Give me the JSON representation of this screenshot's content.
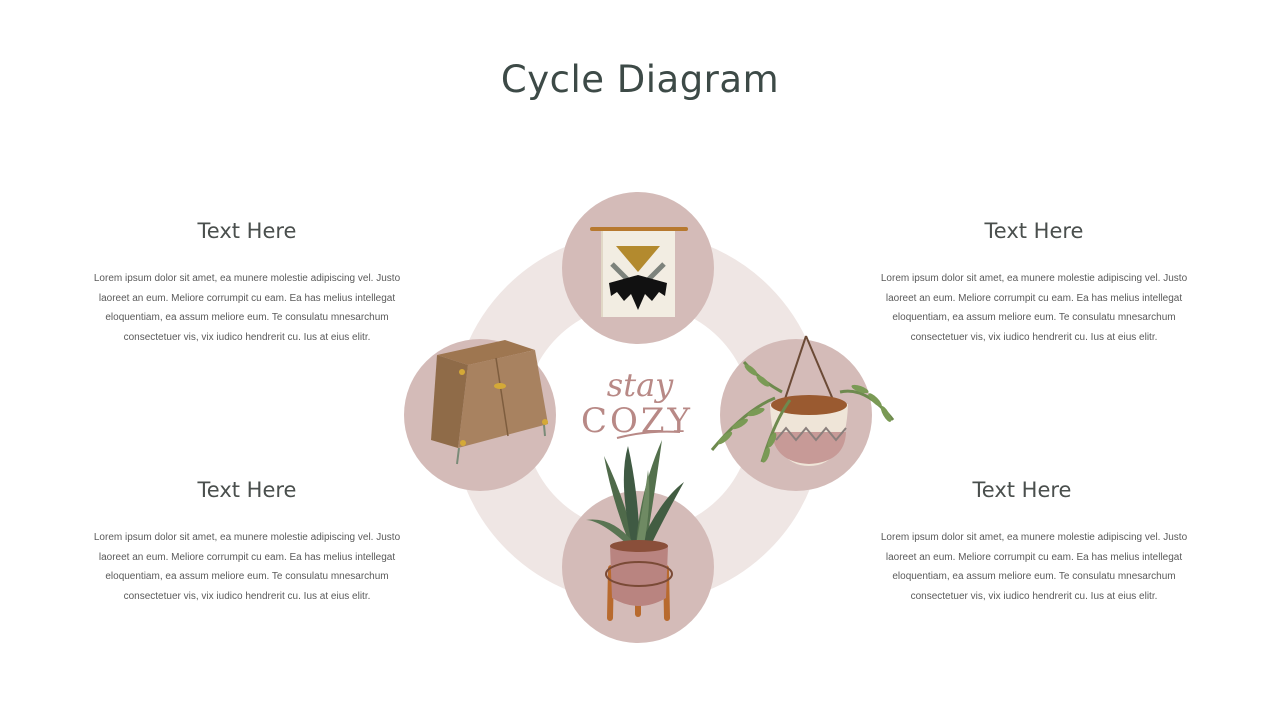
{
  "title": "Cycle Diagram",
  "brand": {
    "line1": "stay",
    "line2": "COZY"
  },
  "blocks": [
    {
      "id": "top-left",
      "heading": "Text Here",
      "body": "Lorem ipsum dolor sit amet, ea munere molestie adipiscing vel. Justo laoreet an eum. Meliore corrumpit cu eam. Ea has melius intellegat eloquentiam, ea assum meliore eum. Te consulatu mnesarchum consectetuer vis, vix iudico hendrerit cu. Ius at eius elitr."
    },
    {
      "id": "top-right",
      "heading": "Text Here",
      "body": "Lorem ipsum dolor sit amet, ea munere molestie adipiscing vel. Justo laoreet an eum. Meliore corrumpit cu eam. Ea has melius intellegat eloquentiam, ea assum meliore eum. Te consulatu mnesarchum consectetuer vis, vix iudico hendrerit cu. Ius at eius elitr."
    },
    {
      "id": "bottom-left",
      "heading": "Text Here",
      "body": "Lorem ipsum dolor sit amet, ea munere molestie adipiscing vel. Justo laoreet an eum. Meliore corrumpit cu eam. Ea has melius intellegat eloquentiam, ea assum meliore eum. Te consulatu mnesarchum consectetuer vis, vix iudico hendrerit cu. Ius at eius elitr."
    },
    {
      "id": "bottom-right",
      "heading": "Text Here",
      "body": "Lorem ipsum dolor sit amet, ea munere molestie adipiscing vel. Justo laoreet an eum. Meliore corrumpit cu eam. Ea has melius intellegat eloquentiam, ea assum meliore eum. Te consulatu mnesarchum consectetuer vis, vix iudico hendrerit cu. Ius at eius elitr."
    }
  ],
  "icons": {
    "top": "wall-hanging-icon",
    "right": "hanging-plant-icon",
    "bottom": "potted-snake-plant-icon",
    "left": "wooden-cabinet-icon"
  },
  "colors": {
    "title": "#3d4a47",
    "ring": "#efe6e4",
    "node": "#d4bbb8",
    "brand": "#b88986"
  }
}
